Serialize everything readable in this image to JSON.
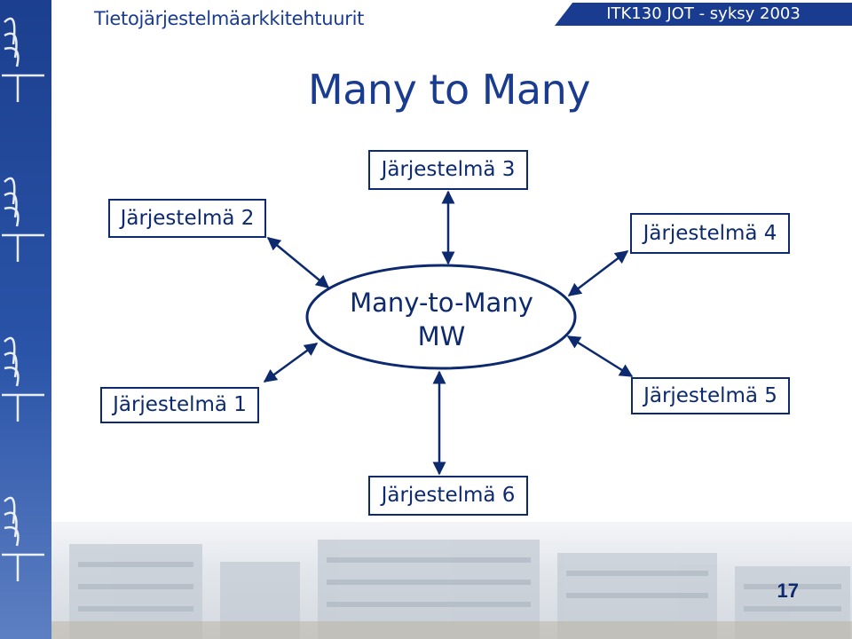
{
  "header": {
    "course_title": "Tietojärjestelmäarkkitehtuurit",
    "course_code": "ITK130 JOT - syksy 2003"
  },
  "slide": {
    "title": "Many to Many",
    "page_number": "17"
  },
  "diagram": {
    "hub": {
      "line1": "Many-to-Many",
      "line2": "MW"
    },
    "systems": [
      {
        "label": "Järjestelmä 1"
      },
      {
        "label": "Järjestelmä 2"
      },
      {
        "label": "Järjestelmä 3"
      },
      {
        "label": "Järjestelmä 4"
      },
      {
        "label": "Järjestelmä 5"
      },
      {
        "label": "Järjestelmä 6"
      }
    ]
  },
  "colors": {
    "brand_blue": "#1a3c90",
    "diagram_navy": "#0d2a6e"
  }
}
